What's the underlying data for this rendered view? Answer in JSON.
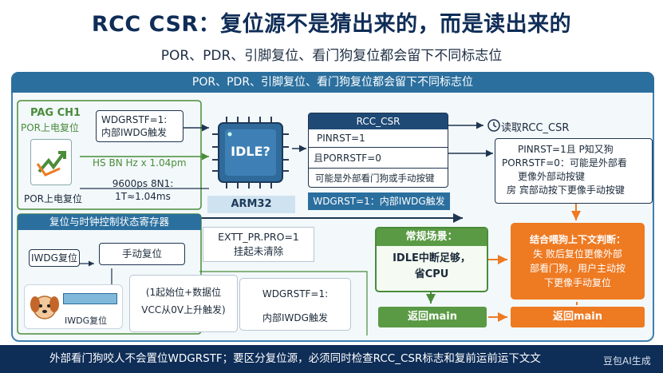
{
  "title": "RCC CSR：复位源不是猜出来的，而是读出来的",
  "subtitle": "POR、PDR、引脚复位、看门狗复位都会留下不同标志位",
  "panel_header": "POR、PDR、引脚复位、看门狗复位都会留下不同标志位",
  "left": {
    "pag_label": "PAG CH1",
    "por_label_top": "POR上电复位",
    "por_label_bottom": "POR上电复位",
    "wdg_box_line1": "WDGRSTF=1:",
    "wdg_box_line2": "内部IWDG触发",
    "hsbn_text": "HS BN Hz x 1.04pm",
    "baud_line1": "9600ps 8N1:",
    "baud_line2": "1T≈1.04ms"
  },
  "chip": {
    "label": "IDLE?",
    "bottom_label": "ARM32"
  },
  "csr": {
    "title": "RCC_CSR",
    "row1": "PINRST=1",
    "row2": "且PORRSTF=0",
    "row3": "可能是外部看门狗或手动按键",
    "wdg_banner": "WDGRST=1：内部IWDG触发"
  },
  "read": {
    "label": "读取RCC_CSR",
    "line1": "PINRST=1且 P知又狗",
    "line2": "PORRSTF=0：可能是外部看",
    "line3": "更像外部动按键",
    "line4": "房 宾部动按下更像手动按键"
  },
  "reg": {
    "title": "复位与时钟控制状态寄存器",
    "iwdg_reset": "IWDG复位",
    "manual_reset": "手动复位",
    "chip_label": "IWDG复位"
  },
  "exti": {
    "line1": "EXTT_PR.PRO=1",
    "line2": "挂起未清除"
  },
  "uart": {
    "line1": "(1起始位+数据位",
    "line2": "VCC从0V上升触发)"
  },
  "wdgrstf2": {
    "line1": "WDGRSTF=1:",
    "line2": "内部IWDG触发"
  },
  "normal": {
    "title": "常规场景：",
    "body_line1": "IDLE中断足够，",
    "body_line2": "省CPU",
    "return": "返回main"
  },
  "context": {
    "line1": "结合喂狗上下文判断：",
    "line2": "失 败后复位更像外部",
    "line3": "部看门狗，用户主动按",
    "line4": "下更像手动复位",
    "return": "返回main"
  },
  "footer": "外部看门狗咬人不会置位WDGRSTF；要区分复位源，必须同时检查RCC_CSR标志和复前运前运下文文",
  "watermark": "豆包AI生成",
  "colors": {
    "navy": "#0f2d57",
    "green": "#4a8c3a",
    "orange": "#ee7a22",
    "blue": "#2b6f9e"
  }
}
